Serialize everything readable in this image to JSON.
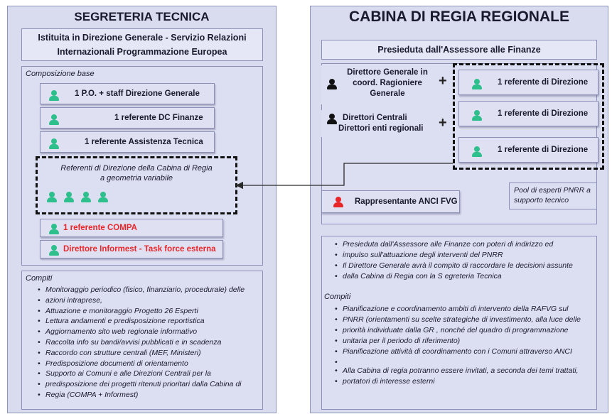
{
  "left": {
    "header": "SEGRETERIA TECNICA",
    "subtitle_line1": "Istituita in Direzione Generale - Servizio Relazioni",
    "subtitle_line2": "Internazionali Programmazione Europea",
    "composition_label": "Composizione base",
    "members": [
      "1 P.O. + staff Direzione Generale",
      "1 referente DC Finanze",
      "1 referente Assistenza Tecnica"
    ],
    "variable_line1": "Referenti di Direzione della Cabina di Regia",
    "variable_line2": "a geometria variabile",
    "compa": "1 referente COMPA",
    "informest": "Direttore Informest - Task force esterna",
    "tasks_label": "Compiti",
    "tasks": [
      "Monitoraggio periodico (fisico, finanziario, procedurale) delle",
      "azioni intraprese,",
      "Attuazione e monitoraggio Progetto 26 Esperti",
      "Lettura andamenti e predisposizione reportistica",
      "Aggiornamento sito web regionale informativo",
      "Raccolta info su bandi/avvisi pubblicati e in scadenza",
      "Raccordo con strutture centrali (MEF, Ministeri)",
      "Predisposizione documenti di orientamento",
      "Supporto ai Comuni e alle Direzioni Centrali per la",
      "predisposizione dei progetti ritenuti prioritari dalla Cabina di",
      "Regia (COMPA + Informest)"
    ]
  },
  "right": {
    "header": "CABINA DI REGIA REGIONALE",
    "subtitle": "Presieduta dall'Assessore alle Finanze",
    "dg_line1": "Direttore Generale in",
    "dg_line2": "coord. Ragioniere",
    "dg_line3": "Generale",
    "dc_line1": "Direttori Centrali",
    "dc_line2": "Direttori enti regionali",
    "plus": "+",
    "referents": [
      "1 referente di Direzione",
      "1 referente di Direzione",
      "1 referente di Direzione"
    ],
    "pool_line1": "Pool di esperti PNRR a",
    "pool_line2": "supporto tecnico",
    "anci": "Rappresentante ANCI FVG",
    "info": [
      "Presieduta dall'Assessore alle Finanze con poteri di indirizzo ed",
      "impulso sull'attuazione degli interventi del PNRR",
      "Il Direttore Generale avrà il compito di raccordare  le decisioni assunte",
      "dalla Cabina di Regia con la S egreteria Tecnica"
    ],
    "tasks_label": "Compiti",
    "tasks": [
      "Pianificazione e coordinamento ambiti di intervento della RAFVG sul",
      "PNRR (orientamenti su scelte strategiche di investimento, alla luce delle",
      "priorità individuate dalla GR , nonché del quadro di programmazione",
      "unitaria per il periodo di riferimento)",
      "Pianificazione attività di coordinamento con i Comuni attraverso ANCI",
      "",
      "Alla Cabina di regia potranno essere invitati, a seconda dei temi trattati,",
      "portatori di interesse esterni"
    ]
  },
  "colors": {
    "accent_red": "#e8262a",
    "person_green": "#2dbf8c",
    "panel_fill": "#d9dbef"
  }
}
